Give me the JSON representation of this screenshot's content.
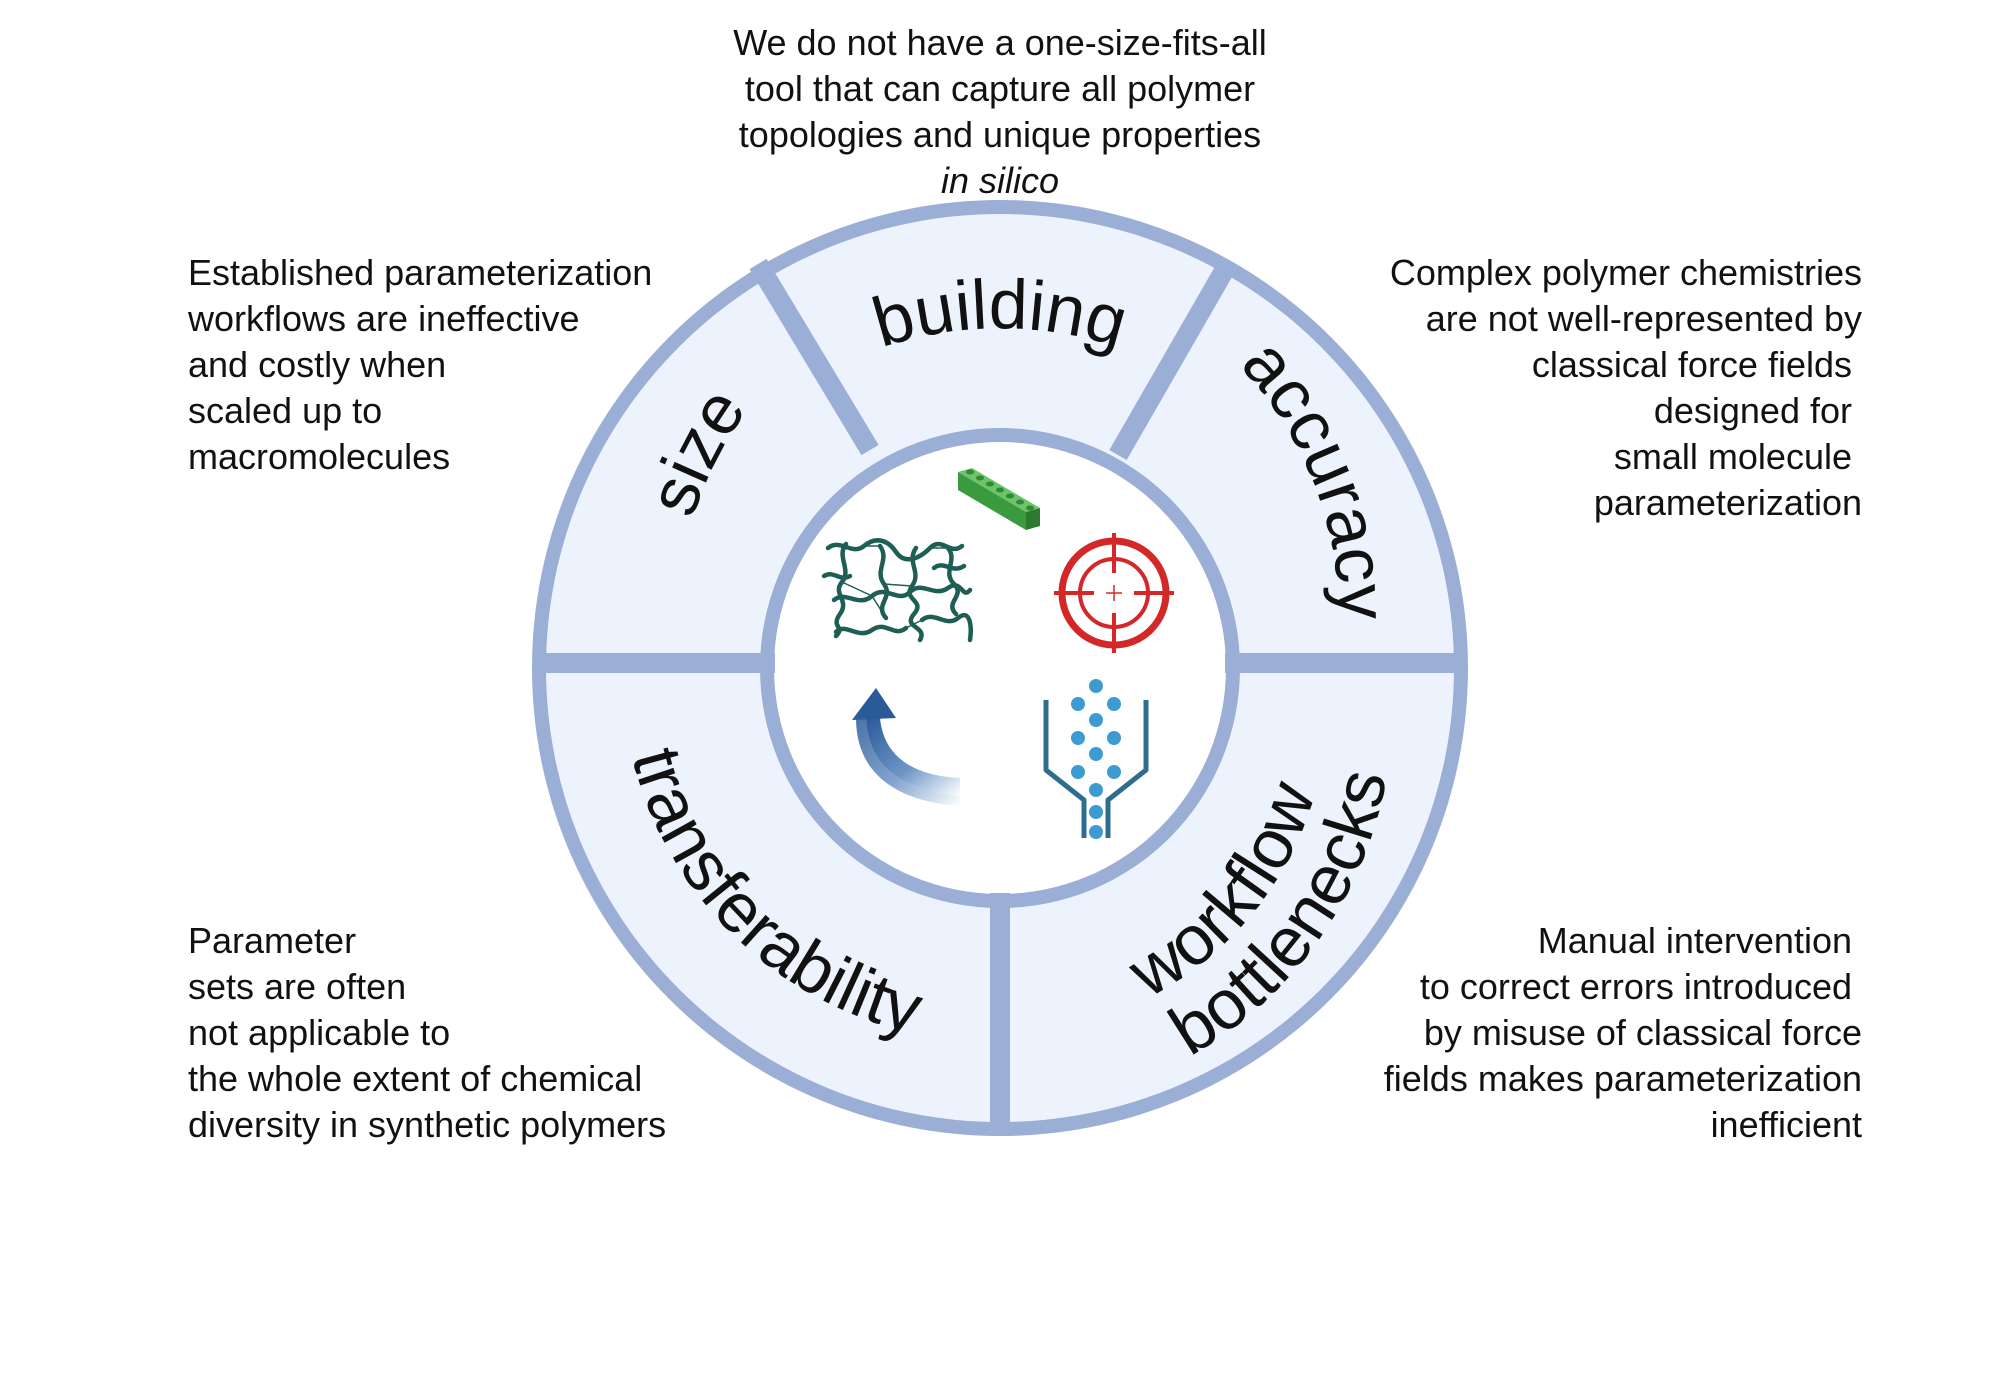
{
  "top_description": {
    "lines": [
      "We do not have a one-size-fits-all",
      "tool that can capture all polymer",
      "topologies and unique properties"
    ],
    "italic_line": "in silico"
  },
  "segments": {
    "building": "building",
    "accuracy": "accuracy",
    "size": "size",
    "transferability": "transferability",
    "workflow": "workflow",
    "bottlenecks": "bottlenecks"
  },
  "descriptions": {
    "size": [
      "Established parameterization",
      "workflows are ineffective",
      "and costly when",
      "scaled up to",
      "macromolecules"
    ],
    "accuracy": [
      "Complex polymer chemistries",
      "are not well-represented by",
      "classical force fields ",
      "designed for ",
      "small molecule ",
      "parameterization"
    ],
    "transferability": [
      "Parameter",
      "sets are often",
      "not applicable to",
      "the whole extent of chemical",
      "diversity in synthetic polymers"
    ],
    "workflow_bottlenecks": [
      "Manual intervention ",
      "to correct errors introduced ",
      "by misuse of classical force",
      "fields makes parameterization",
      "inefficient"
    ]
  },
  "colors": {
    "ring_stroke": "#9aaed6",
    "segment_fill": "#ecf3fc",
    "center_fill": "#ffffff",
    "polymer_green": "#1f5e54",
    "lego_green": "#3a9a3e",
    "target_red": "#d42828",
    "funnel_blue": "#2f6d8f",
    "dot_blue": "#3e9bd1",
    "arrow_blue": "#2a5a98"
  },
  "icons": [
    "polymer-network-icon",
    "lego-brick-icon",
    "target-icon",
    "funnel-icon",
    "curved-arrow-icon"
  ]
}
